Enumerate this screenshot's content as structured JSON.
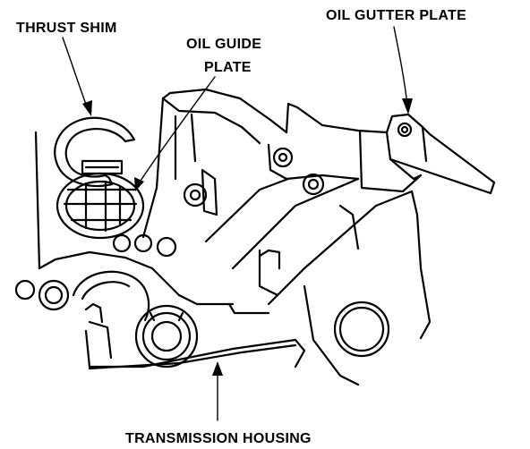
{
  "diagram": {
    "labels": {
      "thrust_shim": "THRUST SHIM",
      "oil_guide_line1": "OIL GUIDE",
      "oil_guide_line2": "PLATE",
      "oil_gutter_plate": "OIL GUTTER PLATE",
      "transmission_housing": "TRANSMISSION HOUSING"
    },
    "colors": {
      "ink": "#000000",
      "paper": "#ffffff"
    }
  }
}
